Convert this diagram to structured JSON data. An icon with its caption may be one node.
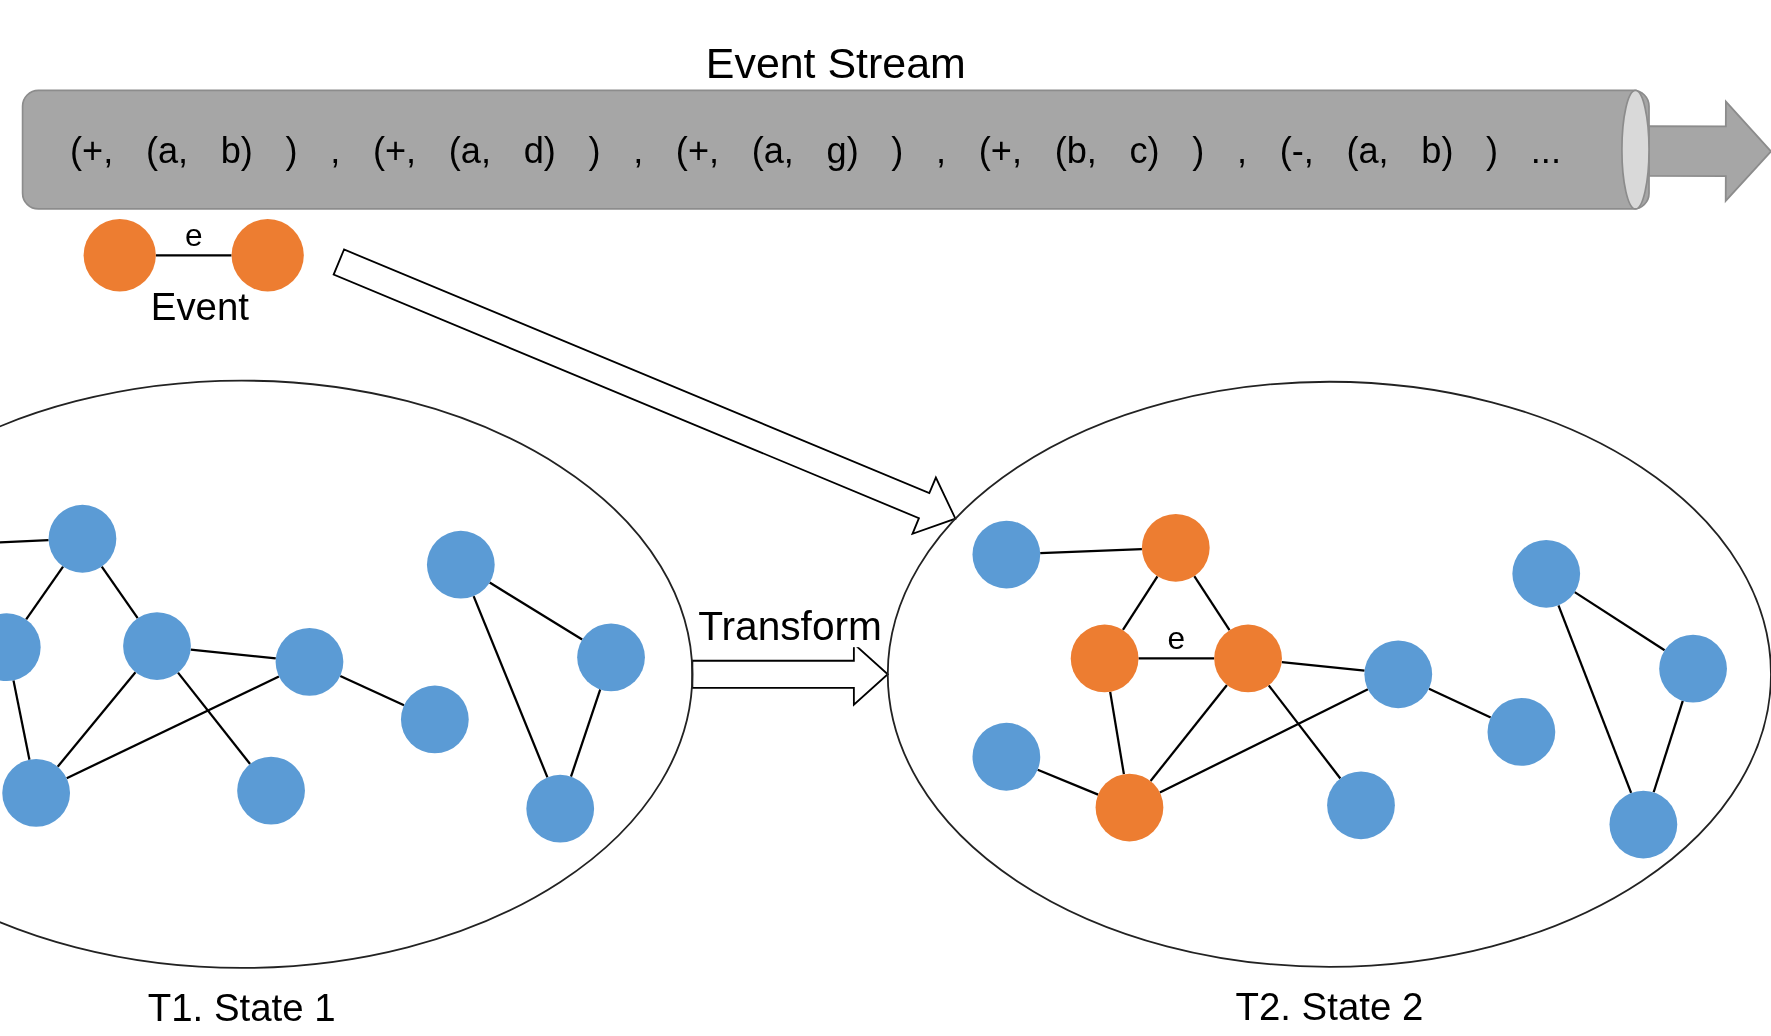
{
  "diagram": {
    "nodes": [
      {
        "text": [
          "Event Stream",
          "(+, (a, b) ) , (+, (a, d) ) , (+, (a, g) ) , (+, (b, c) ) , (-, (a, b) ) ..."
        ]
      },
      {
        "text": [],
        "shape": "circle"
      },
      {
        "text": [],
        "shape": "circle"
      },
      {
        "text": [
          "T1. State 1"
        ]
      },
      {
        "text": [],
        "shape": "circle",
        "in": 3
      },
      {
        "text": [],
        "shape": "circle",
        "in": 3
      },
      {
        "text": [],
        "shape": "circle",
        "in": 3
      },
      {
        "text": [],
        "shape": "circle",
        "in": 3
      },
      {
        "text": [],
        "shape": "circle",
        "in": 3
      },
      {
        "text": [],
        "shape": "circle",
        "in": 3
      },
      {
        "text": [],
        "shape": "circle",
        "in": 3
      },
      {
        "text": [],
        "shape": "circle",
        "in": 3
      },
      {
        "text": [],
        "shape": "circle",
        "in": 3
      },
      {
        "text": [],
        "shape": "circle",
        "in": 3
      },
      {
        "text": [
          "T2. State 2"
        ]
      },
      {
        "text": [],
        "shape": "circle",
        "in": 14
      },
      {
        "text": [],
        "shape": "circle",
        "in": 14
      },
      {
        "text": [],
        "shape": "circle",
        "in": 14
      },
      {
        "text": [],
        "shape": "circle",
        "in": 14
      },
      {
        "text": [],
        "shape": "circle",
        "in": 14
      },
      {
        "text": [],
        "shape": "circle",
        "in": 14
      },
      {
        "text": [],
        "shape": "circle",
        "in": 14
      },
      {
        "text": [],
        "shape": "circle",
        "in": 14
      },
      {
        "text": [],
        "shape": "circle",
        "in": 14
      },
      {
        "text": [],
        "shape": "circle",
        "in": 14
      },
      {
        "text": [],
        "shape": "circle",
        "in": 14
      },
      {
        "text": [],
        "shape": "circle",
        "in": 14
      }
    ],
    "edges": [
      {
        "from": 0,
        "to": null,
        "arrow": "to",
        "style": "thick",
        "color": "#a6a6a6"
      },
      {
        "from": 1,
        "to": 2,
        "arrow": "none",
        "label": "e"
      },
      {
        "from": null,
        "to": 14,
        "arrow": "to",
        "style": "thick"
      },
      {
        "from": 3,
        "to": 14,
        "arrow": "to",
        "label": "Transform",
        "style": "thick"
      },
      {
        "from": null,
        "to": 6,
        "arrow": "none"
      },
      {
        "from": 6,
        "to": 4,
        "arrow": "none"
      },
      {
        "from": 6,
        "to": 7,
        "arrow": "none"
      },
      {
        "from": 4,
        "to": 5,
        "arrow": "none"
      },
      {
        "from": 7,
        "to": 9,
        "arrow": "none"
      },
      {
        "from": 7,
        "to": 5,
        "arrow": "none"
      },
      {
        "from": 7,
        "to": 8,
        "arrow": "none"
      },
      {
        "from": 5,
        "to": 9,
        "arrow": "none"
      },
      {
        "from": 9,
        "to": 10,
        "arrow": "none"
      },
      {
        "from": 11,
        "to": 13,
        "arrow": "none"
      },
      {
        "from": 11,
        "to": 12,
        "arrow": "none"
      },
      {
        "from": 13,
        "to": 12,
        "arrow": "none"
      },
      {
        "from": 15,
        "to": 19,
        "arrow": "none"
      },
      {
        "from": 19,
        "to": 17,
        "arrow": "none"
      },
      {
        "from": 19,
        "to": 20,
        "arrow": "none"
      },
      {
        "from": 17,
        "to": 20,
        "arrow": "none",
        "label": "e"
      },
      {
        "from": 20,
        "to": 22,
        "arrow": "none"
      },
      {
        "from": 22,
        "to": 23,
        "arrow": "none"
      },
      {
        "from": 17,
        "to": 18,
        "arrow": "none"
      },
      {
        "from": 20,
        "to": 18,
        "arrow": "none"
      },
      {
        "from": 16,
        "to": 18,
        "arrow": "none"
      },
      {
        "from": 18,
        "to": 22,
        "arrow": "none"
      },
      {
        "from": 20,
        "to": 21,
        "arrow": "none"
      },
      {
        "from": 24,
        "to": 26,
        "arrow": "none"
      },
      {
        "from": 24,
        "to": 25,
        "arrow": "none"
      },
      {
        "from": 26,
        "to": 25,
        "arrow": "none"
      }
    ],
    "labels": [
      "Event"
    ]
  }
}
